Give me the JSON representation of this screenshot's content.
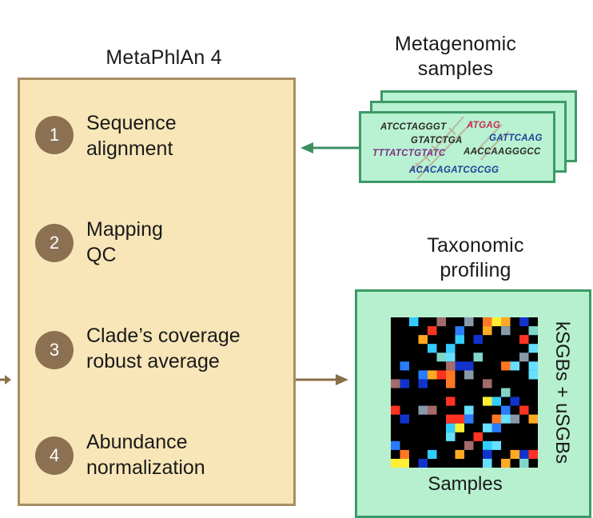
{
  "pipeline": {
    "title": "MetaPhlAn 4",
    "steps": [
      {
        "number": "1",
        "text": "Sequence\nalignment"
      },
      {
        "number": "2",
        "text": "Mapping\nQC"
      },
      {
        "number": "3",
        "text": "Clade’s coverage\nrobust average"
      },
      {
        "number": "4",
        "text": "Abundance\nnormalization"
      }
    ]
  },
  "samples": {
    "title": "Metagenomic\nsamples",
    "sequences": [
      {
        "text": "ATCCTAGGGT",
        "color": "#2b2b2b"
      },
      {
        "text": "ATGAG",
        "color": "#c2304f"
      },
      {
        "text": "GTATCTGA",
        "color": "#2b2b2b"
      },
      {
        "text": "GATTCAAG",
        "color": "#1f3f9a"
      },
      {
        "text": "TTTATCTGTATC",
        "color": "#7b2f86"
      },
      {
        "text": "AACCAAGGGCC",
        "color": "#2b2b2b"
      },
      {
        "text": "ACACAGATCGCGG",
        "color": "#1f3f9a"
      }
    ]
  },
  "profiling": {
    "title": "Taxonomic\nprofiling",
    "y_label": "kSGBs + uSGBs",
    "x_label": "Samples"
  },
  "colors": {
    "pipeline_fill": "#f8e6b8",
    "pipeline_border": "#a88d62",
    "step_circle": "#8b7152",
    "sample_fill": "#b9f2d2",
    "sample_border": "#3c9a66",
    "green_arrow": "#3f8f63",
    "brown_arrow": "#8b6f4a",
    "heatmap_bg": "#000000"
  }
}
